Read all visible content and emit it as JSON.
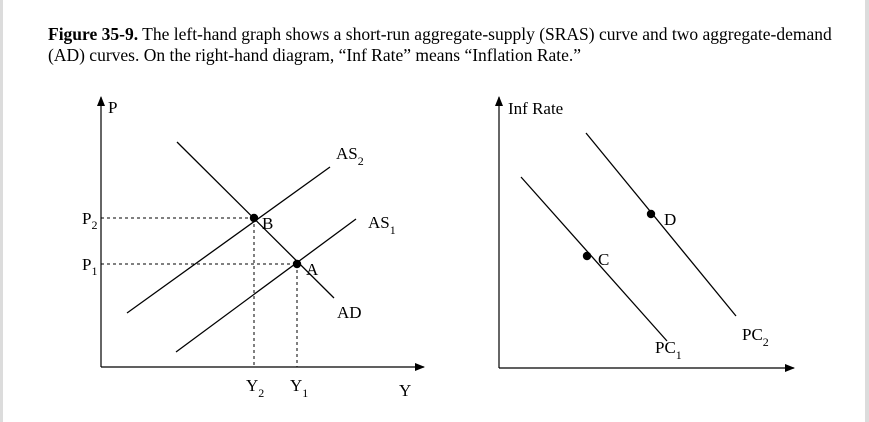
{
  "caption": {
    "figure_label": "Figure 35-9.",
    "text": "The left-hand graph shows a short-run aggregate-supply (SRAS) curve and two aggregate-demand (AD) curves.  On the right-hand diagram, “Inf Rate” means “Inflation Rate.”"
  },
  "left_graph": {
    "y_axis_label": "P",
    "x_axis_label": "Y",
    "curves": {
      "as2": {
        "base": "AS",
        "sub": "2"
      },
      "as1": {
        "base": "AS",
        "sub": "1"
      },
      "ad": "AD"
    },
    "points": {
      "b": "B",
      "a": "A"
    },
    "price_ticks": {
      "p2": {
        "base": "P",
        "sub": "2"
      },
      "p1": {
        "base": "P",
        "sub": "1"
      }
    },
    "output_ticks": {
      "y2": {
        "base": "Y",
        "sub": "2"
      },
      "y1": {
        "base": "Y",
        "sub": "1"
      }
    }
  },
  "right_graph": {
    "y_axis_label": "Inf Rate",
    "curves": {
      "pc1": {
        "base": "PC",
        "sub": "1"
      },
      "pc2": {
        "base": "PC",
        "sub": "2"
      }
    },
    "points": {
      "c": "C",
      "d": "D"
    }
  }
}
